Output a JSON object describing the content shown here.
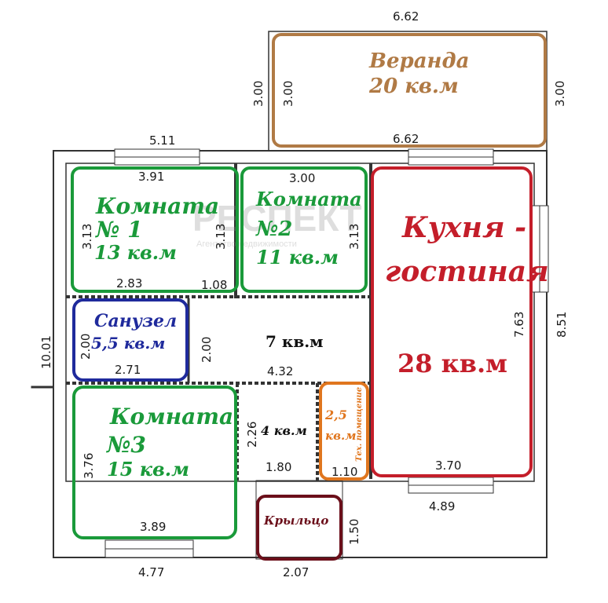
{
  "rooms": {
    "veranda": {
      "name": "Веранда",
      "area": "20 кв.м"
    },
    "room1": {
      "name": "Комната",
      "num": "№ 1",
      "area": "13 кв.м"
    },
    "room2": {
      "name": "Комната",
      "num": "№2",
      "area": "11 кв.м"
    },
    "kitchen": {
      "name1": "Кухня -",
      "name2": "гостиная",
      "area": "28 кв.м"
    },
    "bathroom": {
      "name": "Санузел",
      "area": "5,5 кв.м"
    },
    "hall": {
      "area": "7 кв.м"
    },
    "room3": {
      "name": "Комната",
      "num": "№3",
      "area": "15 кв.м"
    },
    "closet": {
      "area": "4 кв.м"
    },
    "tech": {
      "area1": "2,5",
      "area2": "кв.м",
      "name": "Тех. помещение"
    },
    "porch": {
      "name": "Крыльцо"
    }
  },
  "dims": {
    "d662_top": "6.62",
    "d662_mid": "6.62",
    "d300_vl": "3.00",
    "d300_vl2": "3.00",
    "d300_vr": "3.00",
    "d511": "5.11",
    "d391": "3.91",
    "d300_r2": "3.00",
    "d313_a": "3.13",
    "d313_b": "3.13",
    "d313_c": "3.13",
    "d283": "2.83",
    "d108": "1.08",
    "d200_a": "2.00",
    "d200_b": "2.00",
    "d271": "2.71",
    "d432": "4.32",
    "d1001": "10.01",
    "d763": "7.63",
    "d851": "8.51",
    "d376": "3.76",
    "d226": "2.26",
    "d180": "1.80",
    "d110": "1.10",
    "d370": "3.70",
    "d389": "3.89",
    "d489": "4.89",
    "d150": "1.50",
    "d477": "4.77",
    "d207": "2.07"
  },
  "watermark": {
    "brand": "РЕСПЕКТ",
    "sub": "Агентство недвижимости"
  },
  "colors": {
    "veranda": "#b07a45",
    "room": "#1a9a3a",
    "kitchen": "#c41e2a",
    "bath": "#1f2a9c",
    "tech": "#e0761e",
    "porch": "#6b0f1a"
  }
}
